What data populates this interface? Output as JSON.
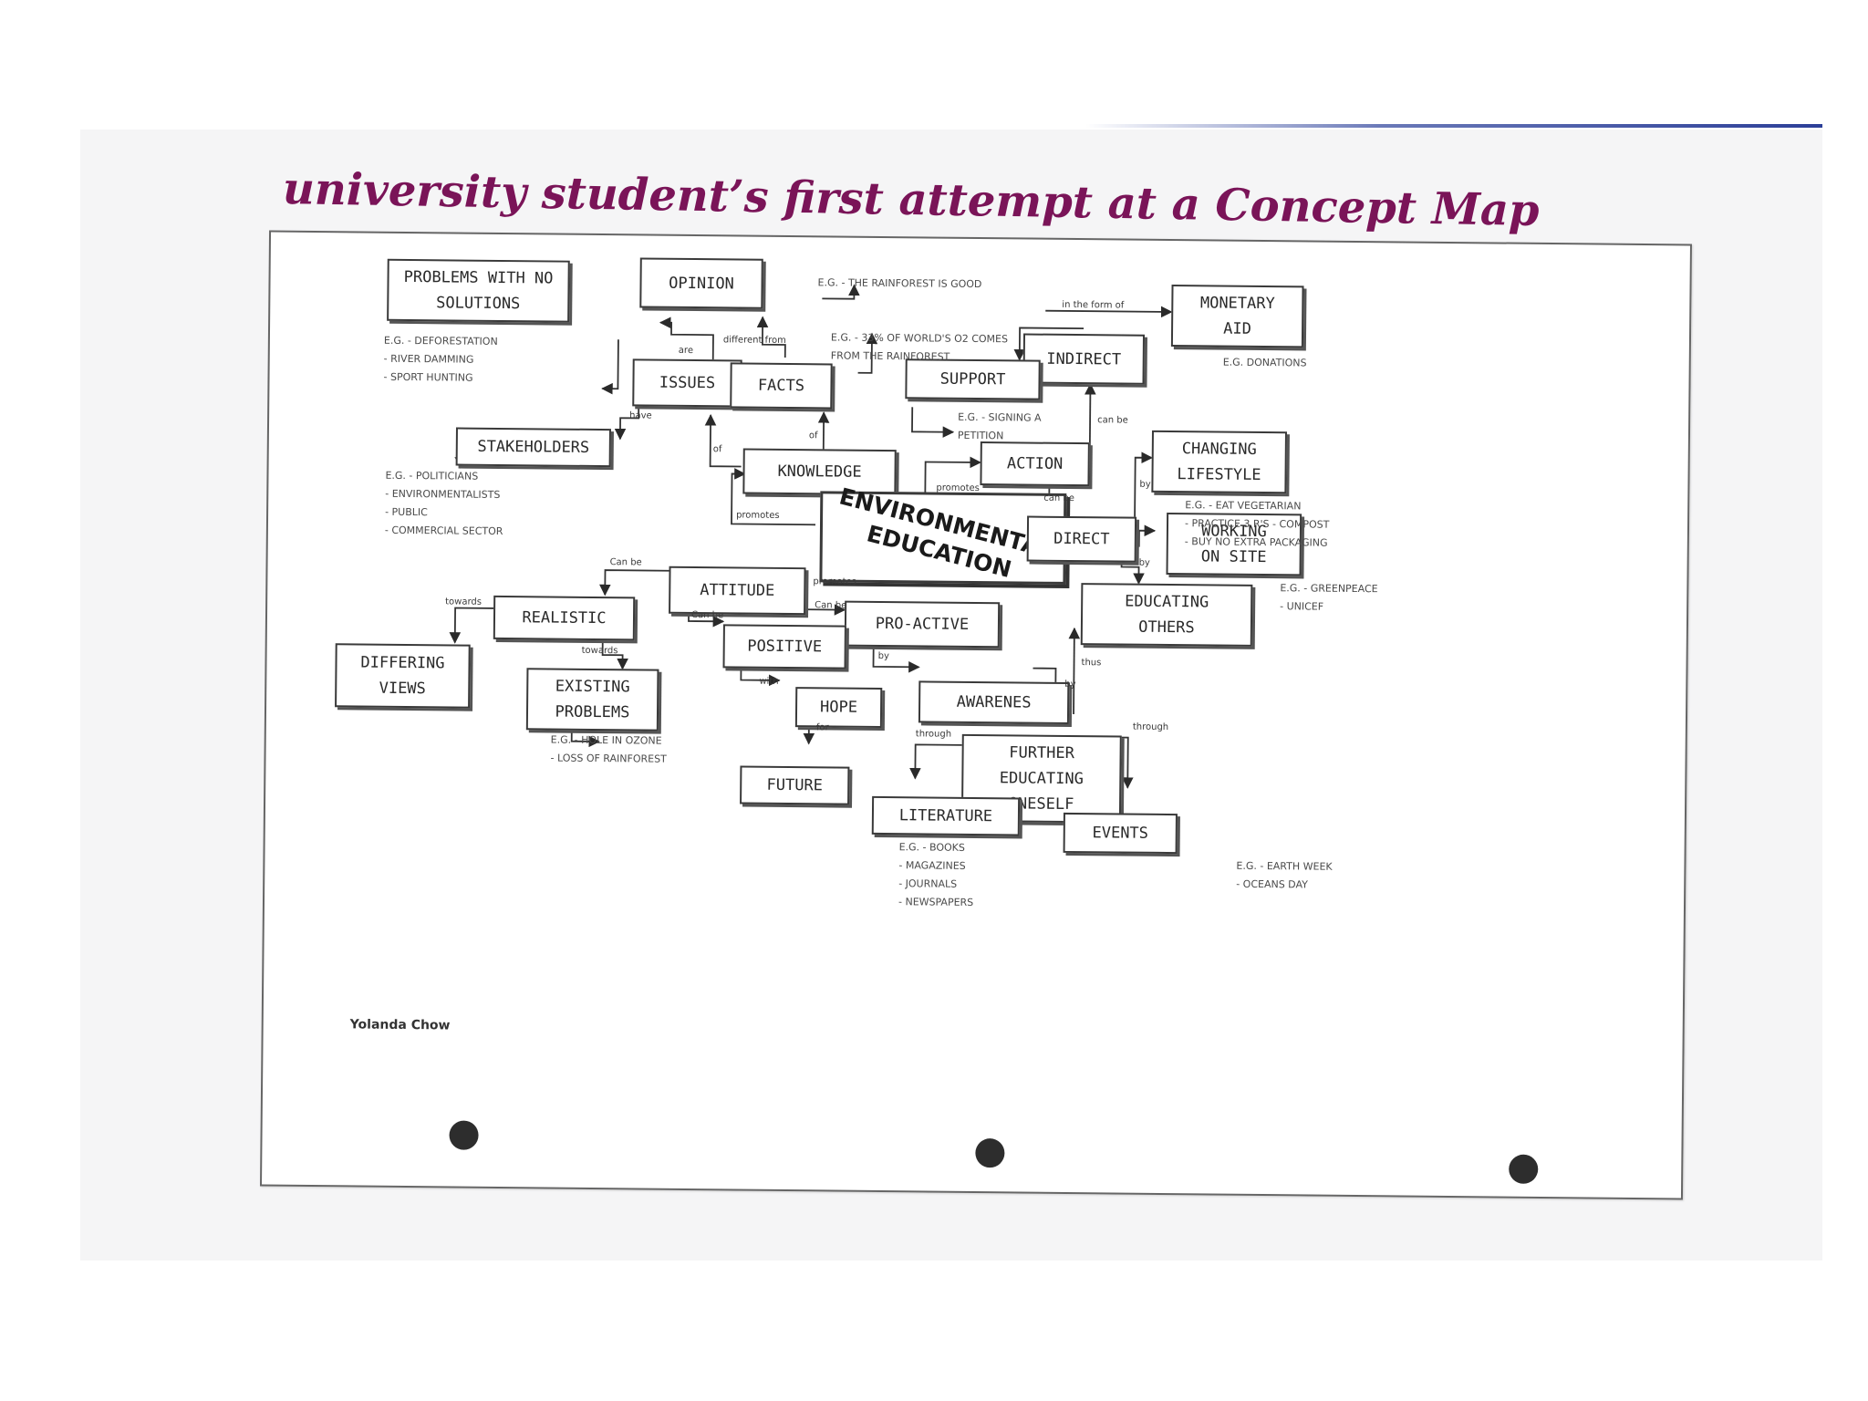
{
  "title": "university student’s first attempt at a Concept Map",
  "author": "Yolanda Chow",
  "nodes": {
    "problems": "PROBLEMS WITH NO\nSOLUTIONS",
    "opinion": "OPINION",
    "monetary_aid": "MONETARY\nAID",
    "indirect": "INDIRECT",
    "issues": "ISSUES",
    "facts": "FACTS",
    "support": "SUPPORT",
    "stakeholders": "STAKEHOLDERS",
    "knowledge": "KNOWLEDGE",
    "action": "ACTION",
    "changing_lifestyle": "CHANGING\nLIFESTYLE",
    "central": "ENVIRONMENTAL\nEDUCATION",
    "direct": "DIRECT",
    "working_on_site": "WORKING\nON SITE",
    "attitude": "ATTITUDE",
    "educating_others": "EDUCATING\nOTHERS",
    "realistic": "REALISTIC",
    "pro_active": "PRO-ACTIVE",
    "positive": "POSITIVE",
    "differing_views": "DIFFERING\nVIEWS",
    "existing_problems": "EXISTING\nPROBLEMS",
    "hope": "HOPE",
    "awareness": "AWARENES",
    "further_educating": "FURTHER\nEDUCATING\nONESELF",
    "future": "FUTURE",
    "literature": "LITERATURE",
    "events": "EVENTS"
  },
  "examples": {
    "opinion": "E.G. - THE RAINFOREST IS GOOD",
    "facts": "E.G. - 33% OF WORLD'S O2 COMES\nFROM THE RAINFOREST",
    "problems": "E.G. - DEFORESTATION\n - RIVER DAMMING\n - SPORT HUNTING",
    "monetary_aid": "E.G. DONATIONS",
    "support": "E.G. - SIGNING A\nPETITION",
    "stakeholders": "E.G. - POLITICIANS\n - ENVIRONMENTALISTS\n - PUBLIC\n - COMMERCIAL SECTOR",
    "changing_lifestyle": "E.G. - EAT VEGETARIAN\n - PRACTICE 3 R'S - COMPOST\n - BUY NO EXTRA PACKAGING",
    "working_on_site": "E.G. - GREENPEACE\n - UNICEF",
    "existing_problems": "E.G. - HOLE IN OZONE\n - LOSS OF RAINFOREST",
    "literature": "E.G. - BOOKS\n - MAGAZINES\n - JOURNALS\n - NEWSPAPERS",
    "events": "E.G. - EARTH WEEK\n - OCEANS DAY"
  },
  "links": {
    "different_from": "different from",
    "are_1": "are",
    "have": "have",
    "of_1": "of",
    "of_2": "of",
    "promotes_1": "promotes",
    "promotes_2": "promotes",
    "promotes_3": "promotes",
    "in_the_form_of": "in the form of",
    "can_be_1": "can be",
    "can_be_2": "can be",
    "can_be_3": "Can be",
    "can_be_4": "Can be",
    "can_be_5": "Can be",
    "towards_1": "towards",
    "towards_2": "towards",
    "with": "with",
    "for": "for",
    "by_1": "by",
    "by_2": "by",
    "by_3": "by",
    "by_4": "by",
    "through_1": "through",
    "through_2": "through",
    "thus": "thus"
  }
}
